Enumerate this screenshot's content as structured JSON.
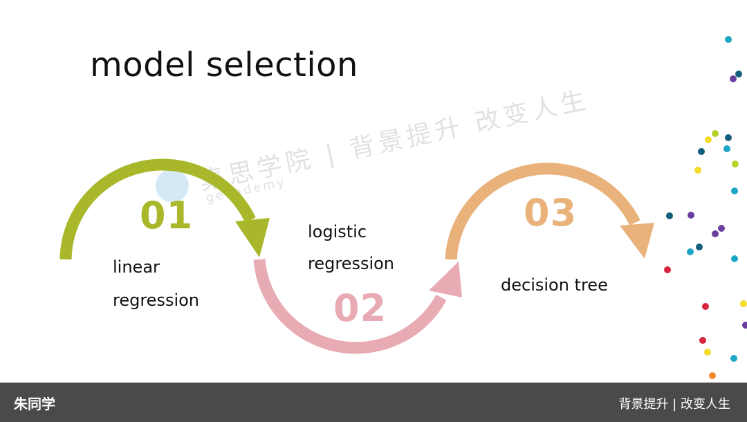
{
  "slide": {
    "title": "model selection",
    "watermark": {
      "text_cn": "集思学院 | 背景提升 改变人生",
      "text_en": "gecademy"
    },
    "steps": [
      {
        "number": "01",
        "label_line1": "linear",
        "label_line2": "regression",
        "color": "#a8b82a"
      },
      {
        "number": "02",
        "label_line1": "logistic",
        "label_line2": "regression",
        "color": "#e8aab3"
      },
      {
        "number": "03",
        "label_line1": "decision tree",
        "label_line2": "",
        "color": "#e8b27a"
      }
    ],
    "dot_colors": [
      "#1ea7c5",
      "#6a3fa0",
      "#b9d12a",
      "#f3dc2a",
      "#d8243c",
      "#135e7a",
      "#f08b2a"
    ]
  },
  "footer": {
    "left_text": "朱同学",
    "right_text": "背景提升 | 改变人生"
  }
}
